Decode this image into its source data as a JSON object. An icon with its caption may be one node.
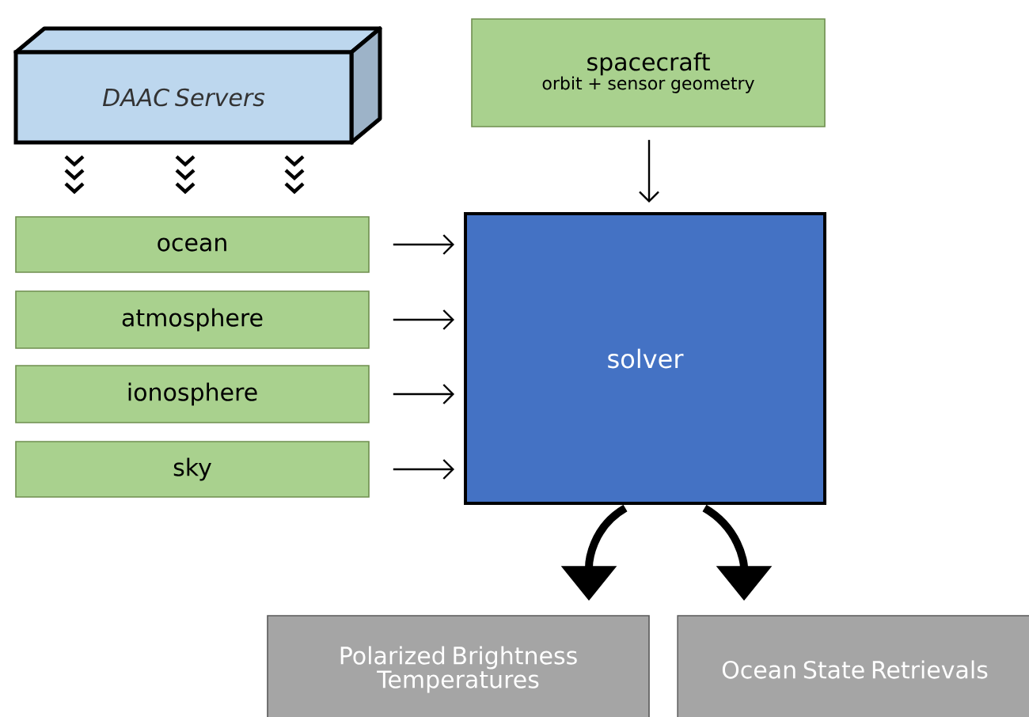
{
  "diagram": {
    "nodes": [
      {
        "text": [
          "DAAC Servers"
        ]
      },
      {
        "text": [
          "spacecraft",
          "orbit + sensor geometry"
        ]
      },
      {
        "text": [
          "ocean"
        ]
      },
      {
        "text": [
          "atmosphere"
        ]
      },
      {
        "text": [
          "ionosphere"
        ]
      },
      {
        "text": [
          "sky"
        ]
      },
      {
        "text": [
          "solver"
        ]
      },
      {
        "text": [
          "Polarized Brightness Temperatures"
        ]
      },
      {
        "text": [
          "Ocean State Retrievals"
        ]
      }
    ],
    "edges": [
      {
        "from": 0,
        "to": 2,
        "arrow": "to"
      },
      {
        "from": 0,
        "to": 2,
        "arrow": "to"
      },
      {
        "from": 0,
        "to": 2,
        "arrow": "to"
      },
      {
        "from": 1,
        "to": 6,
        "arrow": "to"
      },
      {
        "from": 2,
        "to": 6,
        "arrow": "to"
      },
      {
        "from": 3,
        "to": 6,
        "arrow": "to"
      },
      {
        "from": 4,
        "to": 6,
        "arrow": "to"
      },
      {
        "from": 5,
        "to": 6,
        "arrow": "to"
      },
      {
        "from": 6,
        "to": 7,
        "arrow": "to",
        "style": "thick"
      },
      {
        "from": 6,
        "to": 8,
        "arrow": "to",
        "style": "thick"
      }
    ]
  }
}
